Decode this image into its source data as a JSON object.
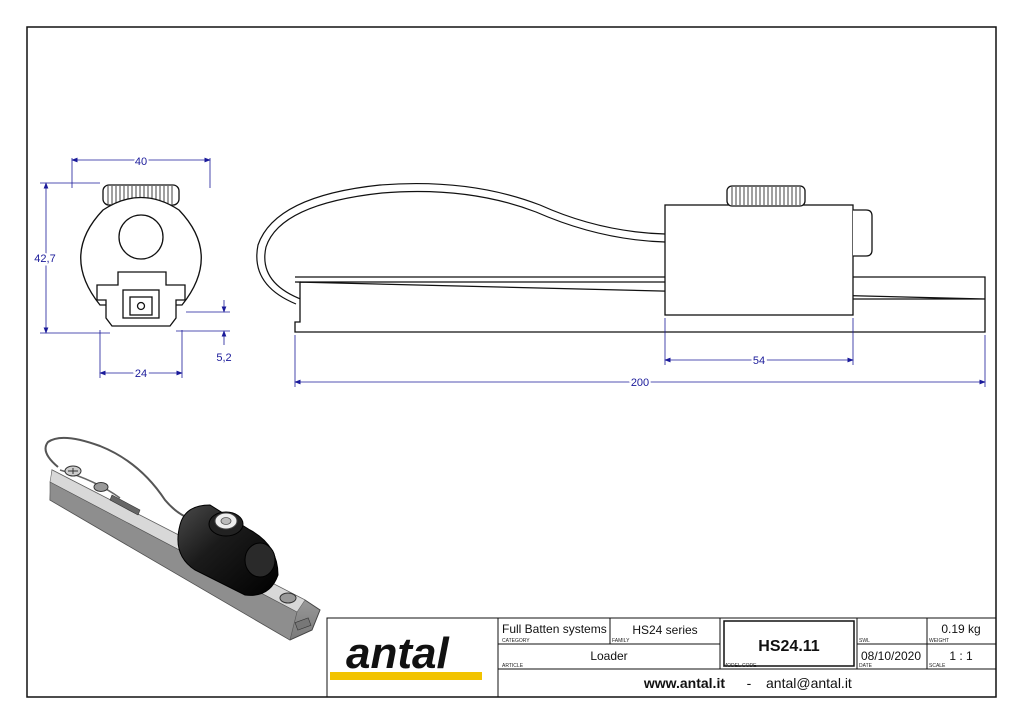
{
  "dimensions": {
    "front_width": "40",
    "front_height": "42,7",
    "slot_width": "24",
    "slot_depth": "5,2",
    "body_length": "54",
    "total_length": "200"
  },
  "title_block": {
    "brand": "antal",
    "category_value": "Full Batten systems",
    "category_label": "CATEGORY",
    "family_value": "HS24 series",
    "family_label": "FAMILY",
    "article_value": "Loader",
    "article_label": "ARTICLE",
    "model_code": "HS24.11",
    "model_code_label": "MODEL CODE",
    "swl_label": "SWL",
    "weight_value": "0.19 kg",
    "weight_label": "WEIGHT",
    "date_value": "08/10/2020",
    "date_label": "DATE",
    "scale_value": "1 : 1",
    "scale_label": "SCALE",
    "website": "www.antal.it",
    "separator": "-",
    "email": "antal@antal.it"
  },
  "colors": {
    "dimension": "#1a1a9a",
    "logo_stripe": "#f2c300",
    "line": "#111111"
  }
}
